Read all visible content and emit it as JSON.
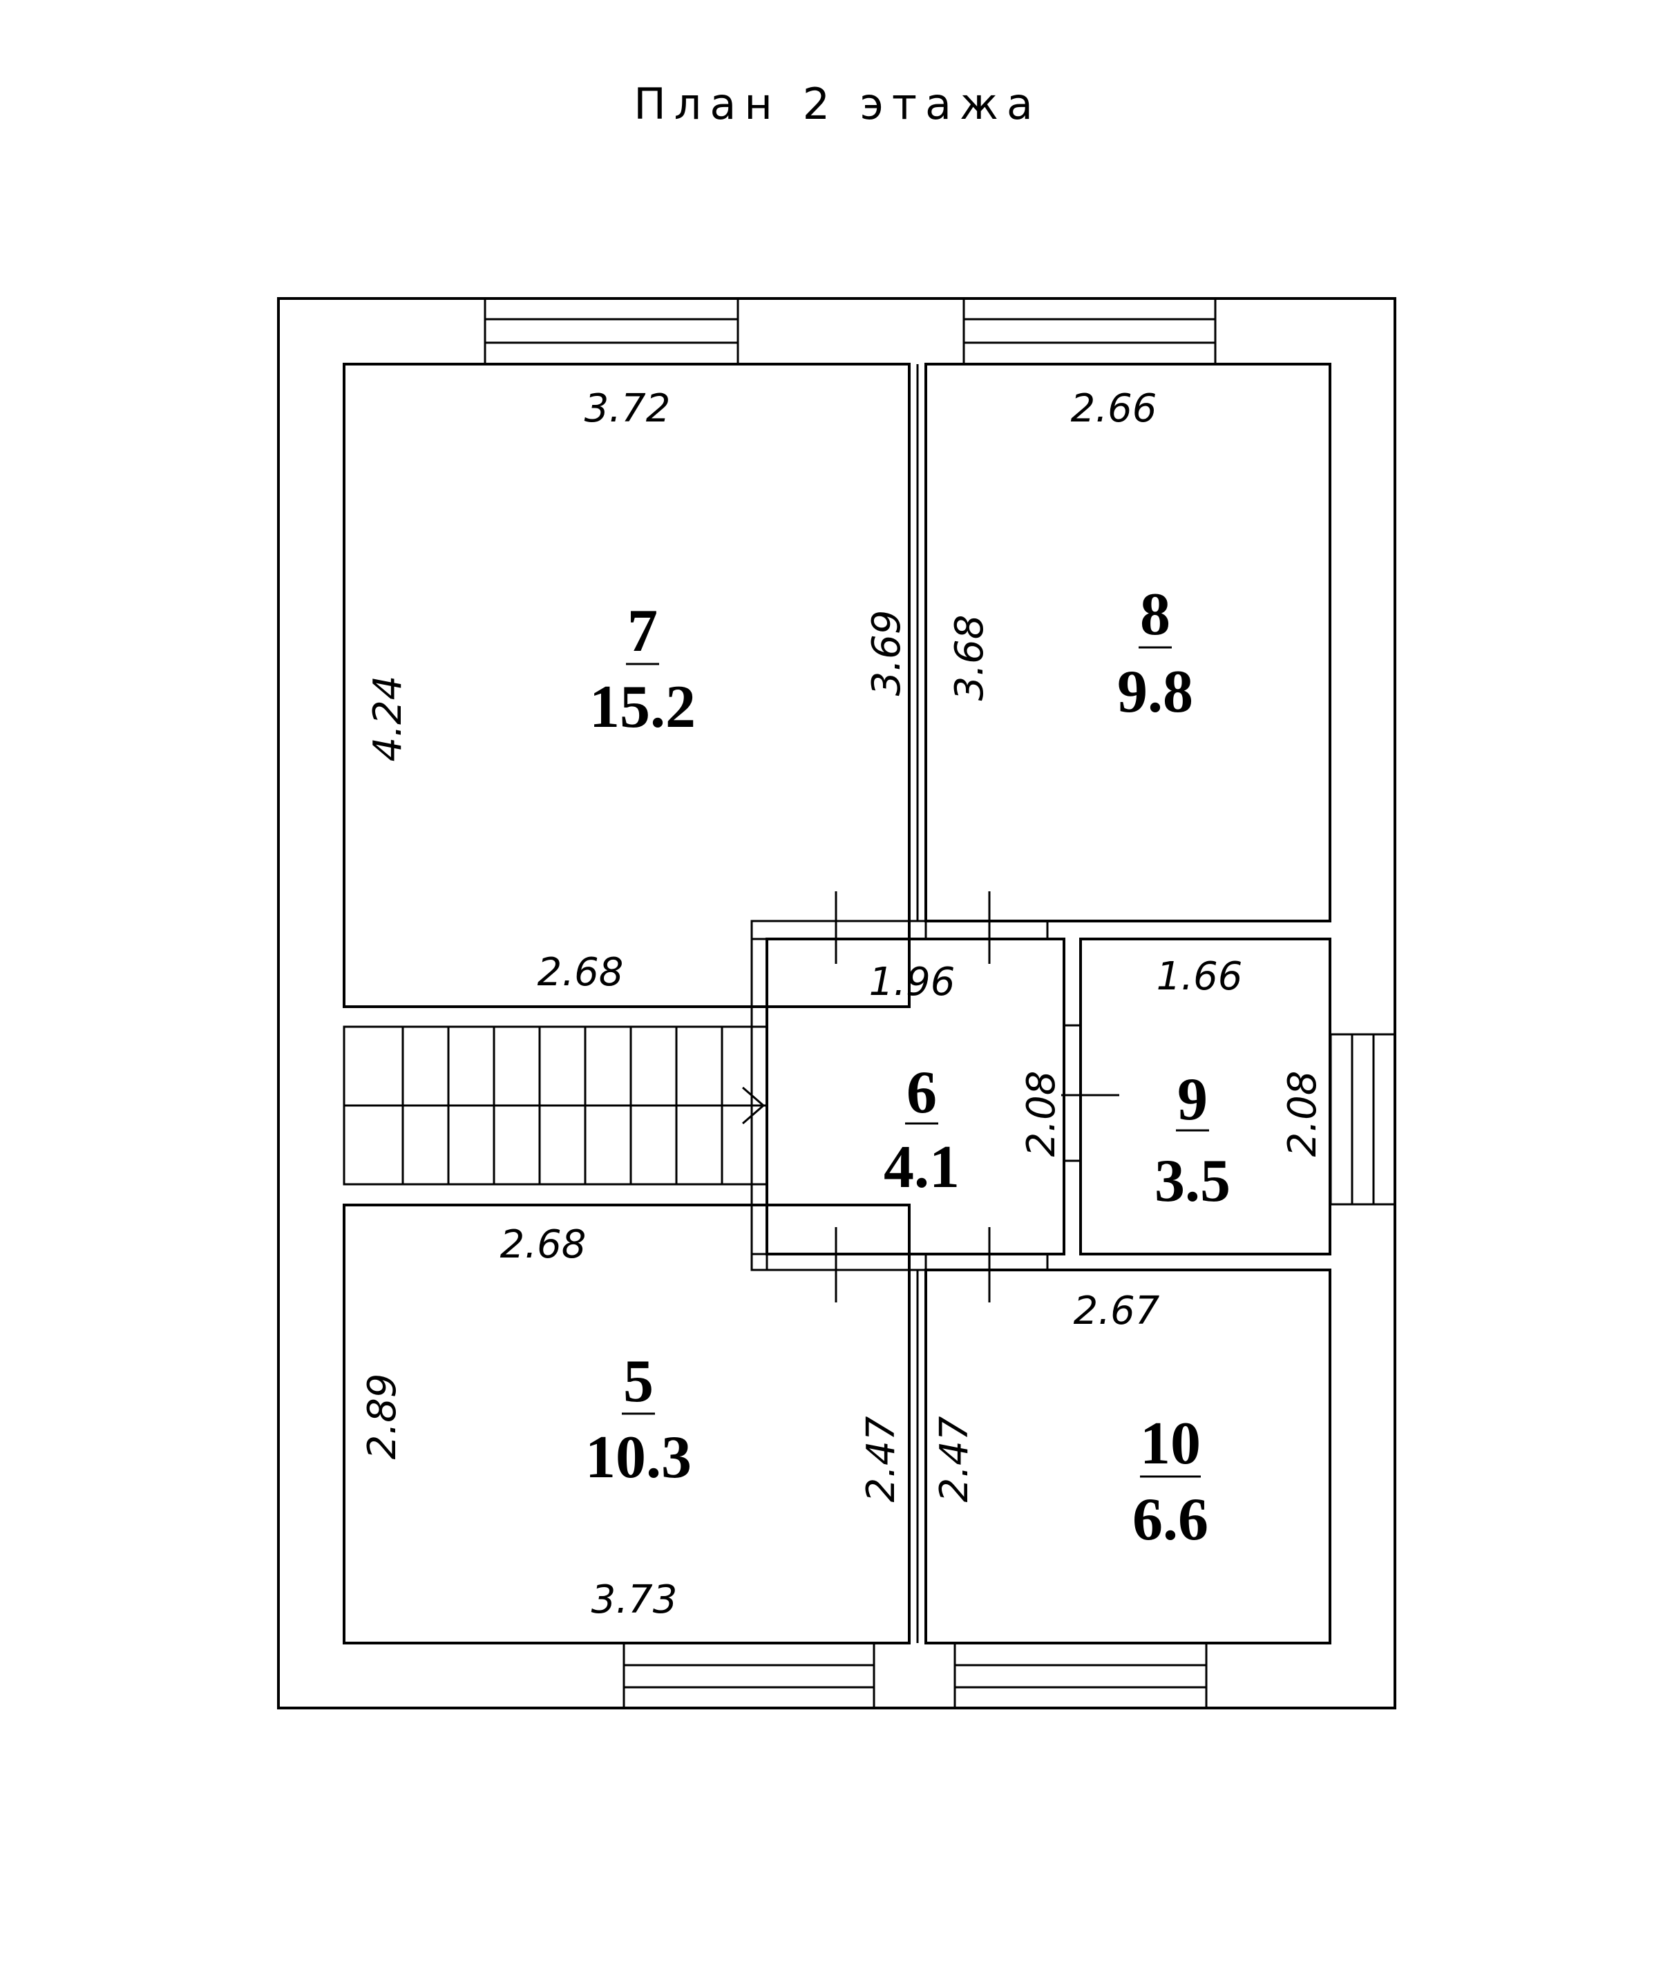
{
  "title": "План 2 этажа",
  "rooms": [
    {
      "number": "7",
      "area": "15.2",
      "dims": {
        "top": "3.72",
        "bottom": "2.68",
        "left": "4.24",
        "right": "3.69"
      }
    },
    {
      "number": "8",
      "area": "9.8",
      "dims": {
        "top": "2.66",
        "left": "3.68"
      }
    },
    {
      "number": "6",
      "area": "4.1",
      "dims": {
        "top": "1.96",
        "right": "2.08"
      }
    },
    {
      "number": "9",
      "area": "3.5",
      "dims": {
        "top": "1.66",
        "right": "2.08"
      }
    },
    {
      "number": "5",
      "area": "10.3",
      "dims": {
        "top": "2.68",
        "bottom": "3.73",
        "left": "2.89",
        "right": "2.47"
      }
    },
    {
      "number": "10",
      "area": "6.6",
      "dims": {
        "top": "2.67",
        "left": "2.47"
      }
    }
  ]
}
